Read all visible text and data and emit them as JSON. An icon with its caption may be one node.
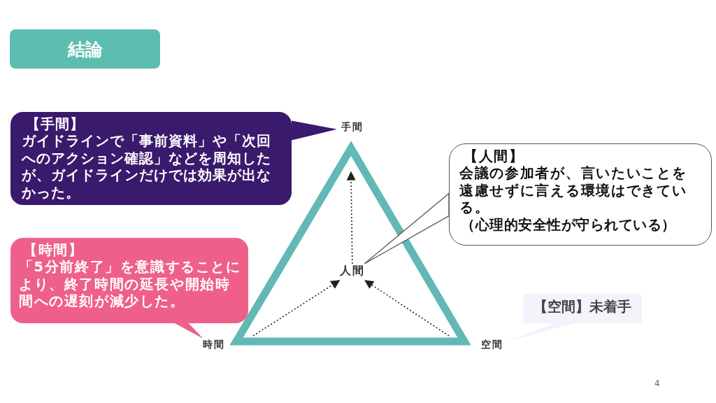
{
  "diagram": {
    "title": "結論",
    "nodes": [
      {
        "text": [
          "【手間】",
          "ガイドラインで「事前資料」や「次回へのアクション確認」などを周知したが、ガイドラインだけでは効果が出なかった。"
        ]
      },
      {
        "text": [
          "【時間】",
          "「5分前終了」を意識することにより、終了時間の延長や開始時間への遅刻が減少した。"
        ]
      },
      {
        "text": [
          "【人間】",
          "会議の参加者が、言いたいことを遠慮せずに言える環境はできている。",
          "（心理的安全性が守られている）"
        ]
      },
      {
        "text": [
          "【空間】未着手"
        ]
      },
      {
        "text": [
          "手間"
        ]
      },
      {
        "text": [
          "時間"
        ]
      },
      {
        "text": [
          "空間"
        ]
      },
      {
        "text": [
          "人間"
        ]
      }
    ],
    "edges": [
      {
        "from": 0,
        "to": 4,
        "arrow": "none"
      },
      {
        "from": 1,
        "to": 5,
        "arrow": "none"
      },
      {
        "from": 2,
        "to": 7,
        "arrow": "none"
      },
      {
        "from": 3,
        "to": 6,
        "arrow": "none"
      },
      {
        "from": 7,
        "to": null,
        "arrow": "to",
        "style": "dashed"
      },
      {
        "from": null,
        "to": 7,
        "arrow": "to",
        "style": "dashed"
      },
      {
        "from": null,
        "to": 7,
        "arrow": "to",
        "style": "dashed"
      }
    ],
    "labels": [
      "4"
    ]
  }
}
